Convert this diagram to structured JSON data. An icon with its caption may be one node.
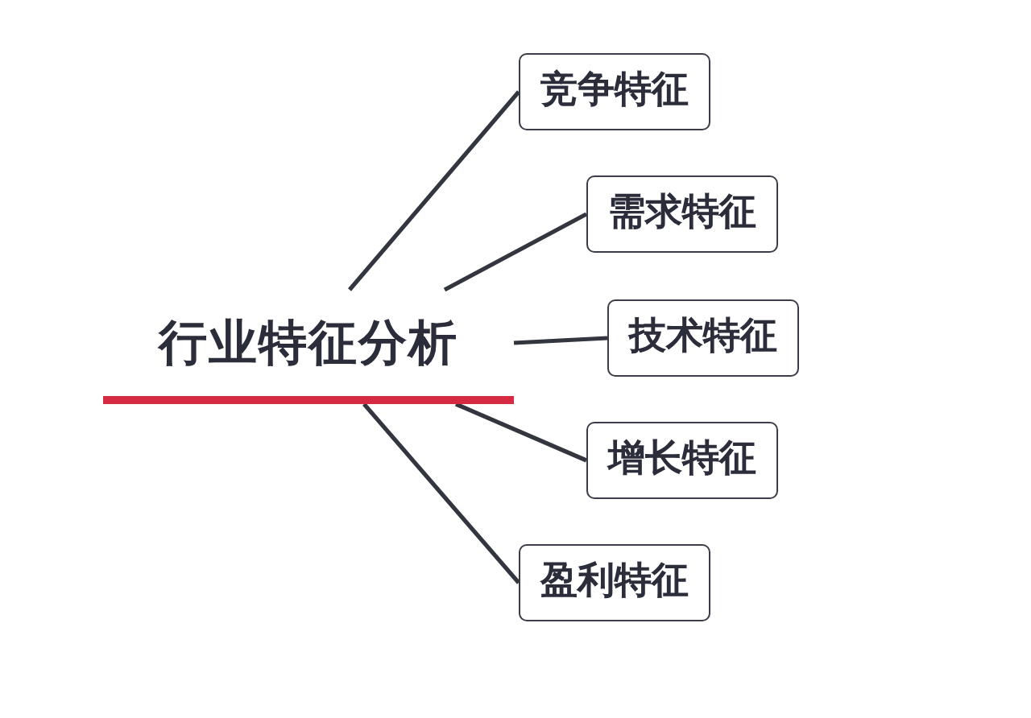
{
  "diagram": {
    "nodes": [
      {
        "text": [
          "行业特征分析"
        ]
      },
      {
        "text": [
          "竞争特征"
        ]
      },
      {
        "text": [
          "需求特征"
        ]
      },
      {
        "text": [
          "技术特征"
        ]
      },
      {
        "text": [
          "增长特征"
        ]
      },
      {
        "text": [
          "盈利特征"
        ]
      }
    ],
    "edges": [
      {
        "from": 0,
        "to": 1,
        "arrow": "none"
      },
      {
        "from": 0,
        "to": 2,
        "arrow": "none"
      },
      {
        "from": 0,
        "to": 3,
        "arrow": "none"
      },
      {
        "from": 0,
        "to": 4,
        "arrow": "none"
      },
      {
        "from": 0,
        "to": 5,
        "arrow": "none"
      }
    ]
  }
}
